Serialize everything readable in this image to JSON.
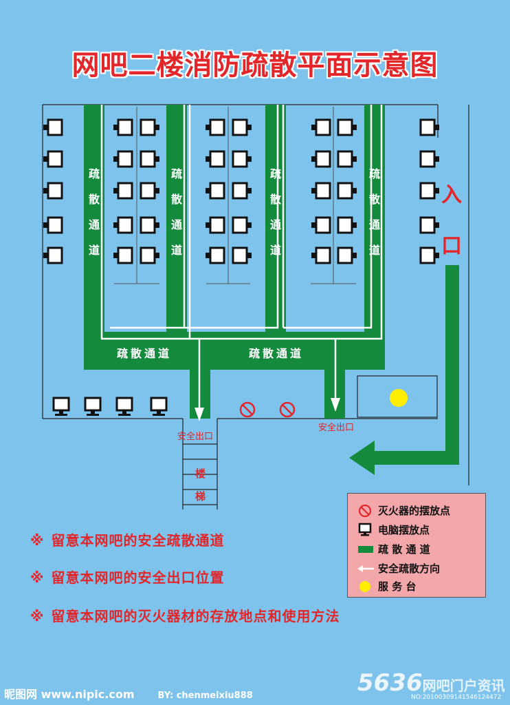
{
  "title": "网吧二楼消防疏散平面示意图",
  "plan": {
    "corridor_vertical_label": "疏散通道",
    "corridor_horizontal_label_left": "疏散通道",
    "corridor_horizontal_label_right": "疏散通道",
    "exit_left": "安全出口",
    "exit_right": "安全出口",
    "stairs_label_top": "楼",
    "stairs_label_bottom": "梯",
    "entrance_top": "入",
    "entrance_bottom": "口"
  },
  "legend": {
    "extinguisher": "灭火器的摆放点",
    "computer": "电脑摆放点",
    "corridor": "疏 散 通 道",
    "direction": "安全疏散方向",
    "service_desk": "服 务 台"
  },
  "notes": [
    "留意本网吧的安全疏散通道",
    "留意本网吧的安全出口位置",
    "留意本网吧的灭火器材的存放地点和使用方法"
  ],
  "note_mark": "※",
  "footer": {
    "site": "昵图网 www.nipic.com",
    "author": "BY: chenmeixiu888",
    "watermark_number": "5636",
    "watermark_text": "网吧门户资讯",
    "image_no": "NO:20100309141546124472"
  },
  "colors": {
    "background": "#7ec3ec",
    "corridor_green": "#138a3c",
    "title_red": "#e3262a",
    "legend_bg": "#f4a7aa",
    "desk_yellow": "#ffee00"
  }
}
